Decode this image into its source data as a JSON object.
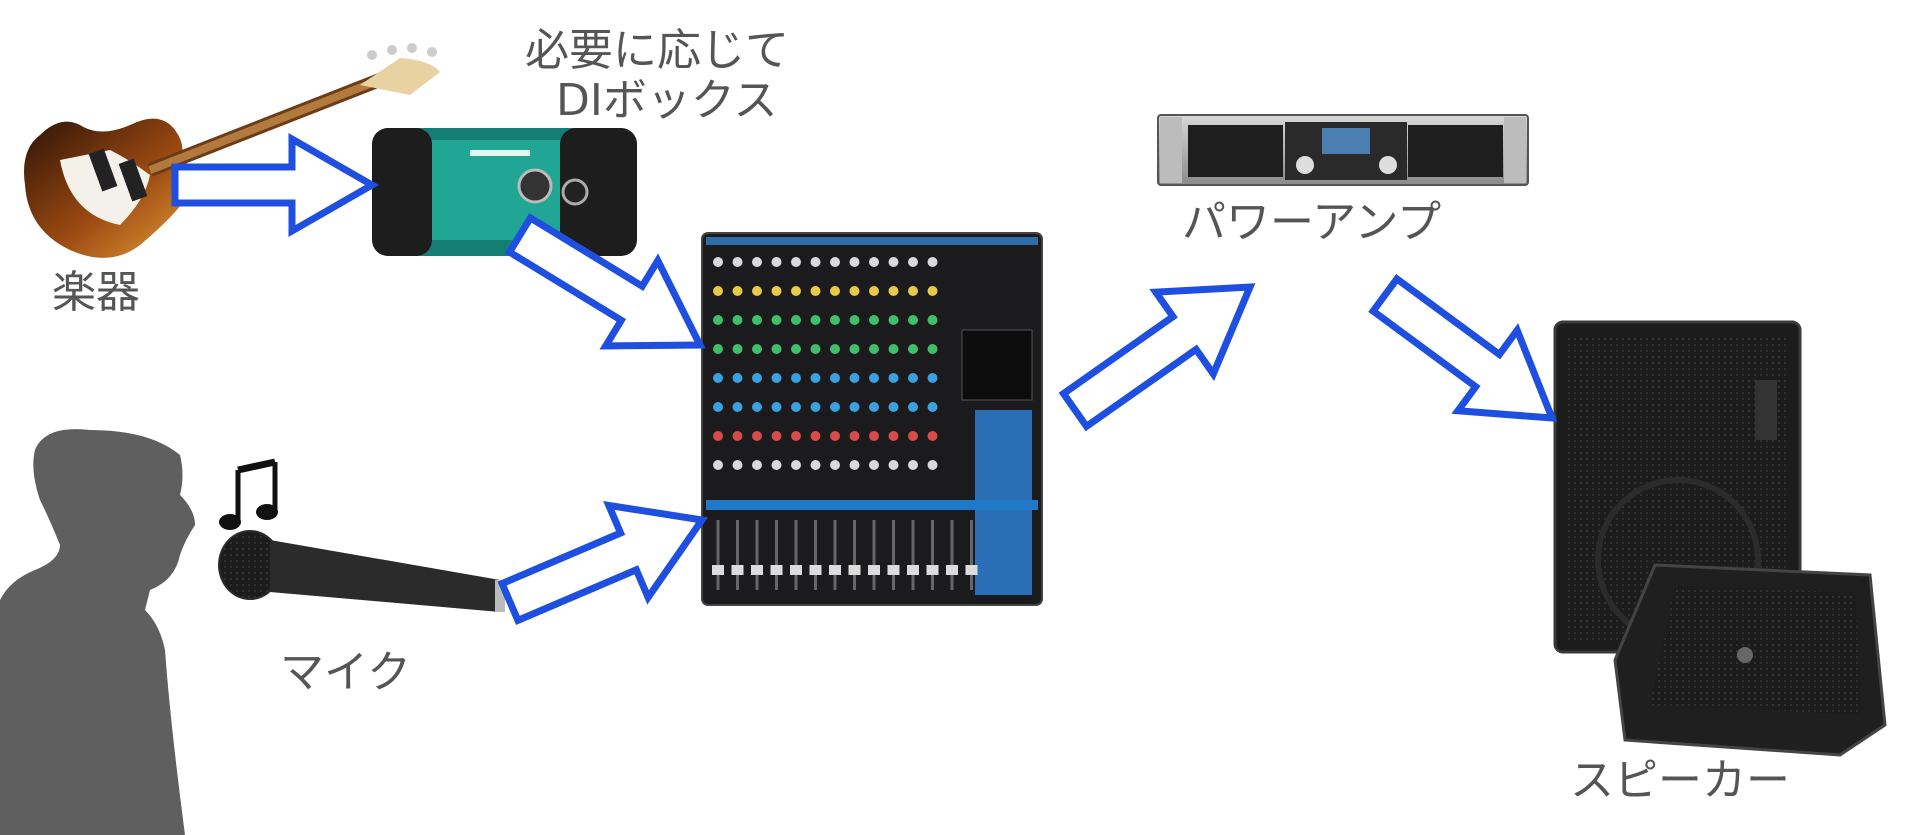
{
  "labels": {
    "instrument": "楽器",
    "di_box_line1": "必要に応じて",
    "di_box_line2": "DIボックス",
    "power_amp": "パワーアンプ",
    "mic": "マイク",
    "speaker": "スピーカー"
  },
  "colors": {
    "arrow_stroke": "#1f4fe0",
    "label_text": "#555555",
    "silhouette": "#5f5f5f",
    "di_box_body": "#1a9c8c",
    "mixer_accent": "#1f78c8"
  },
  "icons": [
    "bass-guitar-icon",
    "di-box-icon",
    "mixer-console-icon",
    "power-amp-icon",
    "speaker-cabinet-icon",
    "floor-monitor-icon",
    "microphone-icon",
    "person-silhouette-icon",
    "music-note-icon"
  ]
}
